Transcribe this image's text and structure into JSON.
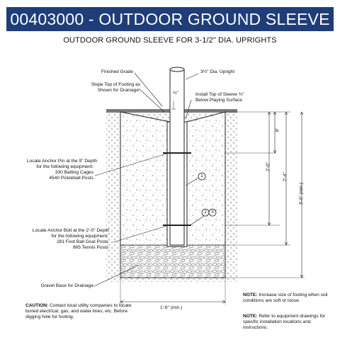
{
  "header": {
    "title": "00403000 - OUTDOOR GROUND SLEEVE"
  },
  "subtitle": "OUTDOOR GROUND SLEEVE FOR 3-1/2\" DIA. UPRIGHTS",
  "labels": {
    "finished_grade": "Finished Grade",
    "slope_line1": "Slope Top of Footing as",
    "slope_line2": "Shown for Drainage",
    "upright": "3½\" Dia. Upright",
    "install_line1": "Install Top of Sleeve ¾\"",
    "install_line2": "Below Playing Surface",
    "pin_line1": "Locate Anchor Pin at the 9\" Depth",
    "pin_line2": "for the following equipment:",
    "pin_line3": "330 Batting Cages",
    "pin_line4": "4540 Pickleball Posts",
    "bolt_line1": "Locate Anchor Bolt at the 2'-0\" Depth",
    "bolt_line2": "for the following equipment:",
    "bolt_line3": "281 Foot Ball Goal Posts",
    "bolt_line4": "865 Tennis Posts",
    "gravel": "Gravel Base for Drainage",
    "callout_1": "1",
    "callout_2": "2",
    "callout_3": "3"
  },
  "dimensions": {
    "three_quarter": "¾\"",
    "nine_in": "9\"",
    "two_ft": "2'-0\"",
    "two_ft_four": "2'-4\"",
    "three_ft_min": "3'-0\" (min.)",
    "width_min": "1'-6\" (min.)"
  },
  "notes": {
    "caution_bold": "CAUTION:",
    "caution_text": " Contact local utility companies to locate buried electrical, gas, and water lines, etc. Before digging hole for footing.",
    "note1_bold": "NOTE:",
    "note1_text": " Increase size of footing when soil conditions are soft or loose.",
    "note2_bold": "NOTE:",
    "note2_text": " Refer to equipment drawings for specific installation locations and instructions."
  }
}
